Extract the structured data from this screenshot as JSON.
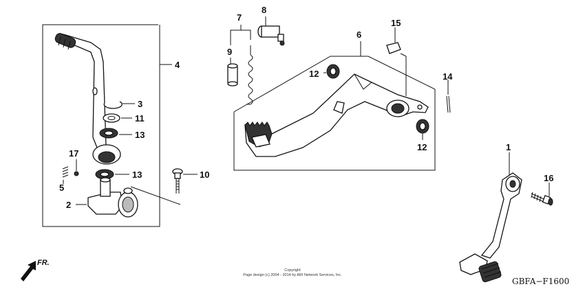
{
  "diagram": {
    "callouts": {
      "p1": "1",
      "p2": "2",
      "p3": "3",
      "p4": "4",
      "p5": "5",
      "p6": "6",
      "p7": "7",
      "p8": "8",
      "p9": "9",
      "p10": "10",
      "p11": "11",
      "p12a": "12",
      "p12b": "12",
      "p13a": "13",
      "p13b": "13",
      "p14": "14",
      "p15": "15",
      "p16": "16",
      "p17": "17"
    },
    "diagram_code": "GBFA−F1600",
    "direction_label": "FR.",
    "copyright_line1": "Copyright",
    "copyright_line2": "Page design (c) 2004 - 2014 by ARI Network Services, Inc."
  }
}
